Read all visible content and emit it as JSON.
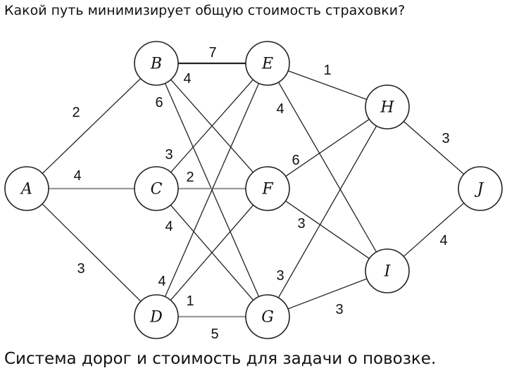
{
  "title": "Какой путь минимизирует общую стоимость страховки?",
  "caption": "Система дорог и стоимость для задачи о повозке.",
  "nodes": [
    {
      "id": "A",
      "label": "A"
    },
    {
      "id": "B",
      "label": "B"
    },
    {
      "id": "C",
      "label": "C"
    },
    {
      "id": "D",
      "label": "D"
    },
    {
      "id": "E",
      "label": "E"
    },
    {
      "id": "F",
      "label": "F"
    },
    {
      "id": "G",
      "label": "G"
    },
    {
      "id": "H",
      "label": "H"
    },
    {
      "id": "I",
      "label": "I"
    },
    {
      "id": "J",
      "label": "J"
    }
  ],
  "edges": [
    {
      "from": "A",
      "to": "B",
      "weight": "2"
    },
    {
      "from": "A",
      "to": "C",
      "weight": "4"
    },
    {
      "from": "A",
      "to": "D",
      "weight": "3"
    },
    {
      "from": "B",
      "to": "E",
      "weight": "7"
    },
    {
      "from": "B",
      "to": "F",
      "weight": "4"
    },
    {
      "from": "B",
      "to": "G",
      "weight": "6"
    },
    {
      "from": "C",
      "to": "E",
      "weight": "3"
    },
    {
      "from": "C",
      "to": "F",
      "weight": "2"
    },
    {
      "from": "C",
      "to": "G",
      "weight": "4"
    },
    {
      "from": "D",
      "to": "E",
      "weight": "4"
    },
    {
      "from": "D",
      "to": "F",
      "weight": "1"
    },
    {
      "from": "D",
      "to": "G",
      "weight": "5"
    },
    {
      "from": "E",
      "to": "H",
      "weight": "1"
    },
    {
      "from": "E",
      "to": "I",
      "weight": "4"
    },
    {
      "from": "F",
      "to": "H",
      "weight": "6"
    },
    {
      "from": "F",
      "to": "I",
      "weight": "3"
    },
    {
      "from": "G",
      "to": "H",
      "weight": "3"
    },
    {
      "from": "G",
      "to": "I",
      "weight": "3"
    },
    {
      "from": "H",
      "to": "J",
      "weight": "3"
    },
    {
      "from": "I",
      "to": "J",
      "weight": "4"
    }
  ]
}
